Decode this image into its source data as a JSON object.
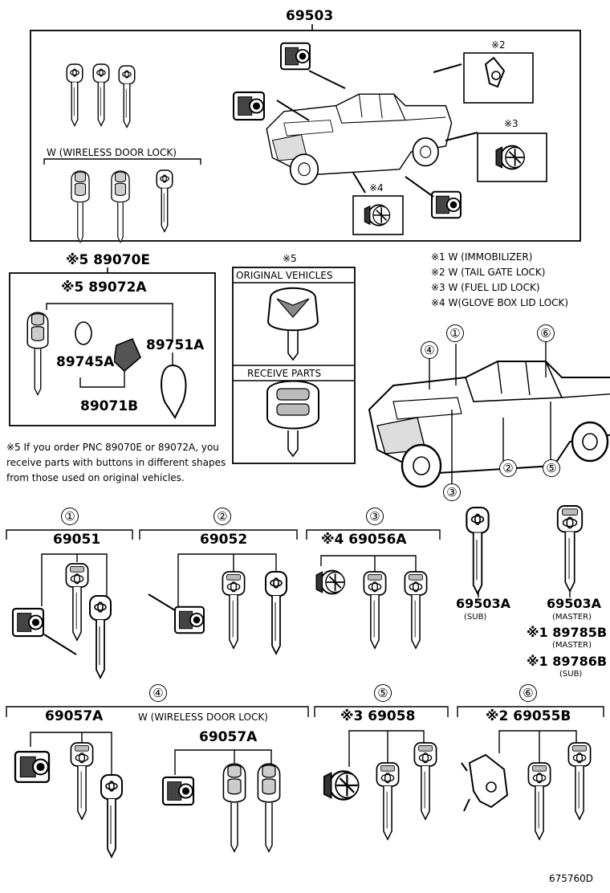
{
  "diagram": {
    "top_part": "69503",
    "top_sub_labels": {
      "x2": "※2",
      "x3": "※3",
      "x4": "※4"
    },
    "wireless_label_top": "W (WIRELESS DOOR LOCK)",
    "kit_5": "※5 89070E",
    "kit_5a": "※5 89072A",
    "kit_parts": {
      "p89745A": "89745A",
      "p89751A": "89751A",
      "p89071B": "89071B"
    },
    "x5_box": {
      "marker": "※5",
      "original": "ORIGINAL VEHICLES",
      "receive": "RECEIVE PARTS"
    },
    "legend": [
      "※1 W (IMMOBILIZER)",
      "※2 W (TAIL GATE LOCK)",
      "※3 W (FUEL LID LOCK)",
      "※4 W(GLOVE BOX LID LOCK)"
    ],
    "note": "※5 If you order PNC 89070E or 89072A, you receive parts with buttons in different shapes from those used on original vehicles.",
    "truck_callouts": [
      "①",
      "②",
      "③",
      "④",
      "⑤",
      "⑥"
    ],
    "sections": [
      {
        "circle": "①",
        "part": "69051"
      },
      {
        "circle": "②",
        "part": "69052"
      },
      {
        "circle": "③",
        "part": "※4 69056A"
      },
      {
        "circle": "④",
        "part": "69057A",
        "wireless": "W (WIRELESS DOOR LOCK)",
        "wireless_part": "69057A"
      },
      {
        "circle": "⑤",
        "part": "※3 69058"
      },
      {
        "circle": "⑥",
        "part": "※2 69055B"
      }
    ],
    "keys_right": {
      "sub_part": "69503A",
      "sub_label": "(SUB)",
      "master_part": "69503A",
      "master_label": "(MASTER)",
      "p89785B": "※1 89785B",
      "p89785B_label": "(MASTER)",
      "p89786B": "※1 89786B",
      "p89786B_label": "(SUB)"
    },
    "figure_id": "675760D"
  }
}
